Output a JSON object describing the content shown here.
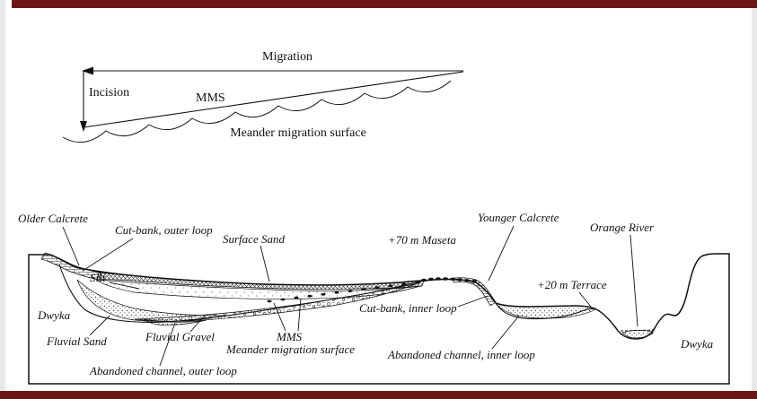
{
  "page": {
    "accent_bar_color": "#6d1616",
    "edge_shade": "#e8e8e8",
    "background": "#ffffff"
  },
  "inset_diagram": {
    "migration": "Migration",
    "incision": "Incision",
    "mms": "MMS",
    "meander_migration_surface": "Meander migration surface"
  },
  "cross_section": {
    "older_calcrete": "Older Calcrete",
    "cut_bank_outer_loop": "Cut-bank, outer loop",
    "surface_sand": "Surface Sand",
    "maseta": "+70 m Maseta",
    "younger_calcrete": "Younger Calcrete",
    "orange_river": "Orange River",
    "silt": "Silt",
    "terrace": "+20 m Terrace",
    "dwyka_left": "Dwyka",
    "cut_bank_inner_loop": "Cut-bank, inner loop",
    "fluvial_sand": "Fluvial Sand",
    "fluvial_gravel": "Fluvial Gravel",
    "mms": "MMS",
    "meander_migration_surface": "Meander migration surface",
    "abandoned_channel_inner_loop": "Abandoned channel, inner loop",
    "dwyka_right": "Dwyka",
    "abandoned_channel_outer_loop": "Abandoned channel, outer loop"
  }
}
